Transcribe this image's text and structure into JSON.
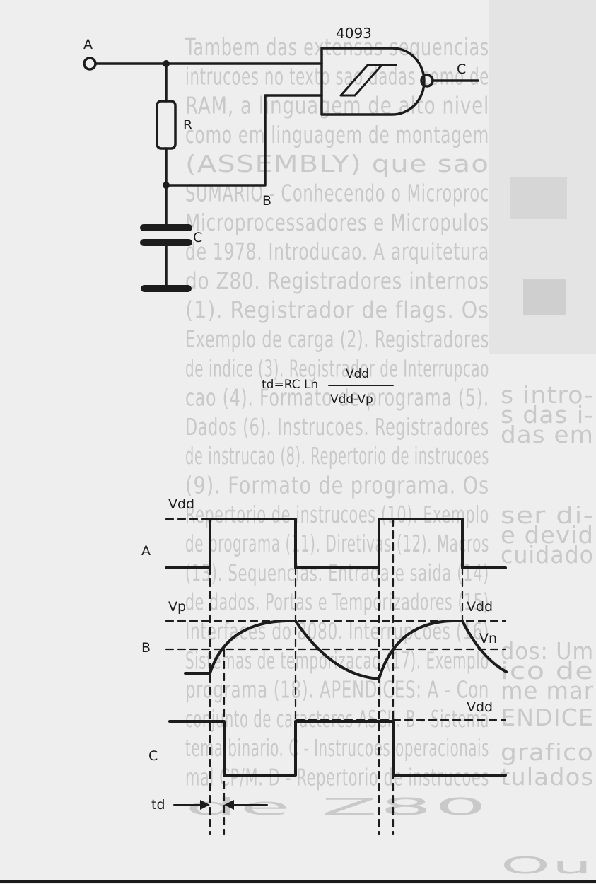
{
  "bleed_through": {
    "lines": [
      "Tambem das extensas sequencias",
      "intrucoes no texto sao dadas como de",
      "RAM, a linguagem de alto nivel",
      "como em linguagem de montagem",
      "(ASSEMBLY) que sao",
      "SUMARIO - Conhecendo o Microproc",
      "Microprocessadores e Micropulos",
      "de 1978. Introducao. A arquitetura",
      "do Z80. Registradores internos",
      "(1). Registrador de flags. Os",
      "Exemplo de carga (2). Registradores",
      "de indice (3). Registrador de Interrupcao",
      "cao (4). Formato de programa (5).",
      "Dados (6). Instrucoes. Registradores",
      "de instrucao (8). Repertorio de instrucoes",
      "(9). Formato de programa. Os",
      "Repertorio de instrucoes (10). Exemplo",
      "de programa (11). Diretivas (12). Macros",
      "(13). Sequencias. Entrada e saida (14)",
      "de dados. Portas e Temporizadores (15)",
      "Interfaces do 8080. Interrupcoes (16)",
      "Sistemas de temporizacao (17). Exemplo",
      "programa (18). APENDICES: A - Con",
      "conjunto de caracteres ASCII. B - Sistema",
      "tema binario. C - Instrucoes operacionais",
      "mal CP/M. D - Repertorio de instrucoes",
      "de Z80"
    ],
    "margin_fragments": [
      "s intro-",
      "s das i-",
      "das em",
      "ser di-",
      "e devid",
      "cuidado",
      "dos: Um",
      "ico de",
      "me mar",
      "ENDICE",
      "grafico",
      "tulados",
      "Ou"
    ]
  },
  "circuit": {
    "chip_label": "4093",
    "input_label": "A",
    "output_label": "C",
    "resistor_label": "R",
    "capacitor_label": "C",
    "node_label": "B"
  },
  "formula": {
    "lhs": "td=RC Ln",
    "numerator": "Vdd",
    "denominator": "Vdd-Vp"
  },
  "waveforms": {
    "trace_labels": {
      "a": "A",
      "b": "B",
      "c": "C"
    },
    "level_labels": {
      "vdd_top": "Vdd",
      "vp": "Vp",
      "vdd_b": "Vdd",
      "vn": "Vn",
      "vdd_c": "Vdd"
    },
    "delay_label": "td"
  }
}
